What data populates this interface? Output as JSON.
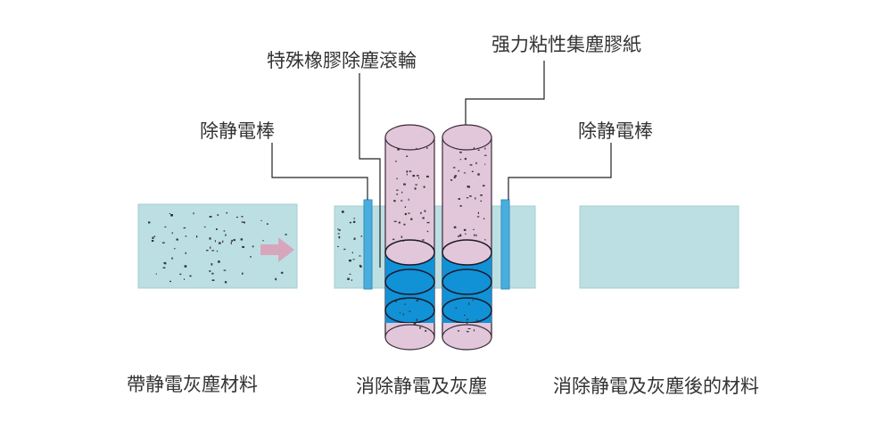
{
  "labels": {
    "roller": "特殊橡膠除塵滾輪",
    "tape": "强力粘性集塵膠紙",
    "static_bar_left": "除静電棒",
    "static_bar_right": "除静電棒"
  },
  "captions": {
    "before": "帶静電灰塵材料",
    "process": "消除静電及灰塵",
    "after": "消除静電及灰塵後的材料"
  },
  "colors": {
    "material": "#bcdfe3",
    "roller_body": "#e2c6da",
    "roller_band": "#1191d6",
    "static_bar": "#4aaedd",
    "arrow": "#d7a6bb"
  }
}
